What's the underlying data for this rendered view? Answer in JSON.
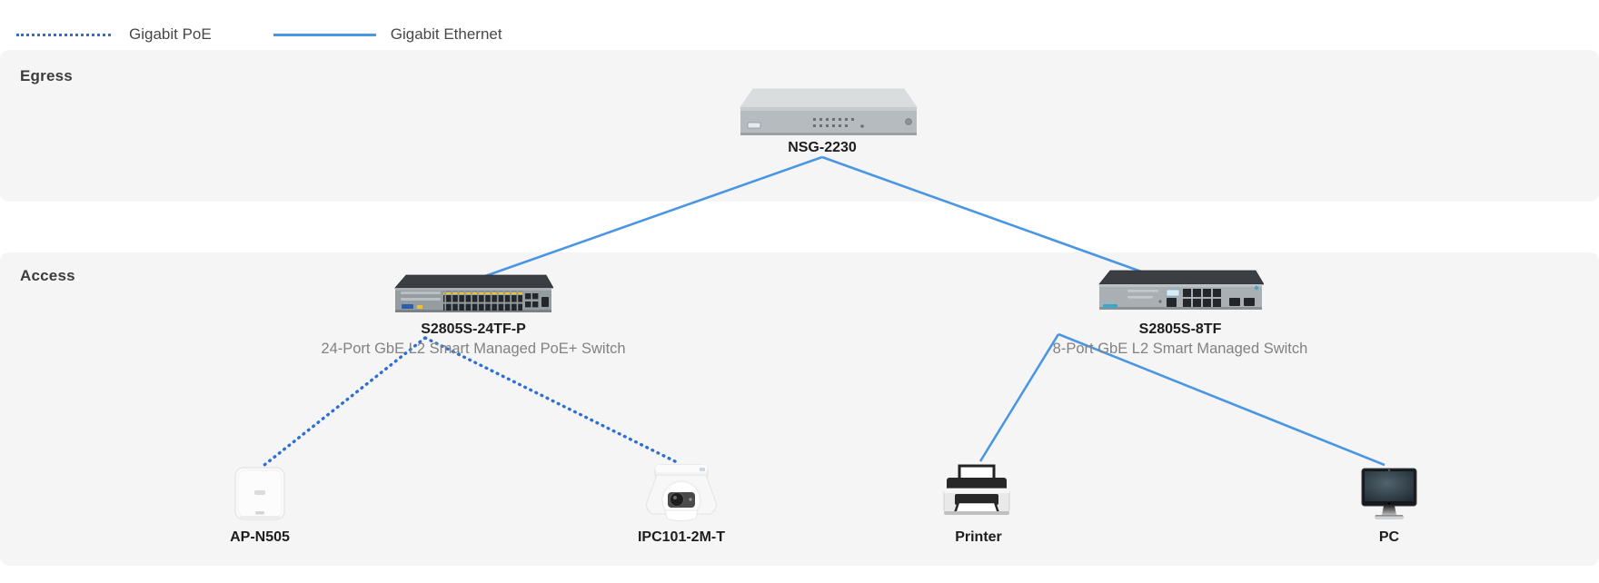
{
  "legend": {
    "items": [
      {
        "label": "Gigabit PoE",
        "style": "dotted"
      },
      {
        "label": "Gigabit Ethernet",
        "style": "solid"
      }
    ]
  },
  "zones": [
    {
      "name": "Egress"
    },
    {
      "name": "Access"
    }
  ],
  "devices": {
    "gateway": {
      "name": "NSG-2230"
    },
    "switch_poe": {
      "name": "S2805S-24TF-P",
      "description": "24-Port GbE L2 Smart Managed PoE+ Switch"
    },
    "switch_std": {
      "name": "S2805S-8TF",
      "description": "8-Port GbE L2 Smart Managed Switch"
    },
    "ap": {
      "name": "AP-N505"
    },
    "camera": {
      "name": "IPC101-2M-T"
    },
    "printer": {
      "name": "Printer"
    },
    "pc": {
      "name": "PC"
    }
  },
  "connections": [
    {
      "from": "NSG-2230",
      "to": "S2805S-24TF-P",
      "type": "Gigabit Ethernet"
    },
    {
      "from": "NSG-2230",
      "to": "S2805S-8TF",
      "type": "Gigabit Ethernet"
    },
    {
      "from": "S2805S-24TF-P",
      "to": "AP-N505",
      "type": "Gigabit PoE"
    },
    {
      "from": "S2805S-24TF-P",
      "to": "IPC101-2M-T",
      "type": "Gigabit PoE"
    },
    {
      "from": "S2805S-8TF",
      "to": "Printer",
      "type": "Gigabit Ethernet"
    },
    {
      "from": "S2805S-8TF",
      "to": "PC",
      "type": "Gigabit Ethernet"
    }
  ],
  "colors": {
    "poe_line": "#2e6fd2",
    "ethernet_line": "#4a96e3",
    "band_background": "#f5f5f6"
  }
}
